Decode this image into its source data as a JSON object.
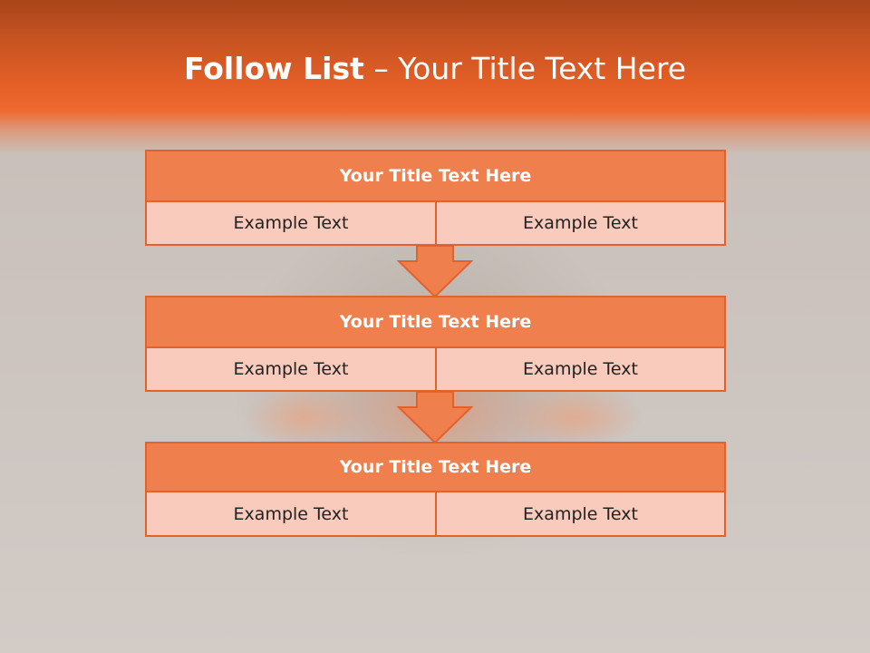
{
  "slide": {
    "title_bold": "Follow List",
    "title_rest": " – Your Title Text Here"
  },
  "steps": [
    {
      "title": "Your Title Text Here",
      "left": "Example Text",
      "right": "Example Text"
    },
    {
      "title": "Your Title Text Here",
      "left": "Example Text",
      "right": "Example Text"
    },
    {
      "title": "Your Title Text Here",
      "left": "Example Text",
      "right": "Example Text"
    }
  ],
  "colors": {
    "header": "#ee6a30",
    "box_title_fill": "#f07f4e",
    "box_border": "#e3622c",
    "box_cell_fill": "#f9cbbd",
    "arrow_fill": "#f07f4e"
  }
}
